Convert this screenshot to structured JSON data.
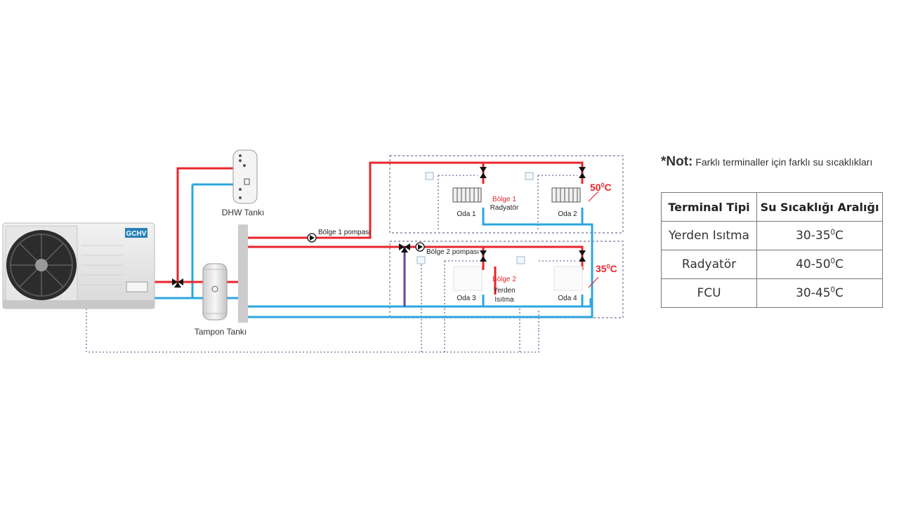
{
  "brand": "GCHV",
  "labels": {
    "dhw_tank": "DHW Tankı",
    "buffer_tank": "Tampon Tankı",
    "pump_zone1": "Bölge 1 pompası",
    "pump_zone2": "Bölge 2 pompası",
    "zone1_title": "Bölge 1",
    "zone1_type": "Radyatör",
    "zone2_title": "Bölge 2",
    "zone2_type_line1": "Yerden",
    "zone2_type_line2": "Isıtma",
    "room1": "Oda 1",
    "room2": "Oda 2",
    "room3": "Oda 3",
    "room4": "Oda 4",
    "temp_zone1": "50",
    "temp_zone2": "35",
    "temp_unit_sup": "0",
    "temp_unit": "C"
  },
  "note": {
    "prefix": "*Not:",
    "text": " Farklı terminaller için farklı su sıcaklıkları"
  },
  "table": {
    "headers": [
      "Terminal Tipi",
      "Su Sıcaklığı Aralığı"
    ],
    "rows": [
      {
        "type": "Yerden Isıtma",
        "range_a": "30-35",
        "sup": "0",
        "unit": "C"
      },
      {
        "type": "Radyatör",
        "range_a": "40-50",
        "sup": "0",
        "unit": "C"
      },
      {
        "type": "FCU",
        "range_a": "30-45",
        "sup": "0",
        "unit": "C"
      }
    ]
  },
  "colors": {
    "supply": "#e8262a",
    "return": "#2ca6df",
    "mixing": "#6b3fa0",
    "control": "#6b6b9e",
    "dashed_box": "#8a8aa8",
    "temp_text": "#e8262a"
  }
}
